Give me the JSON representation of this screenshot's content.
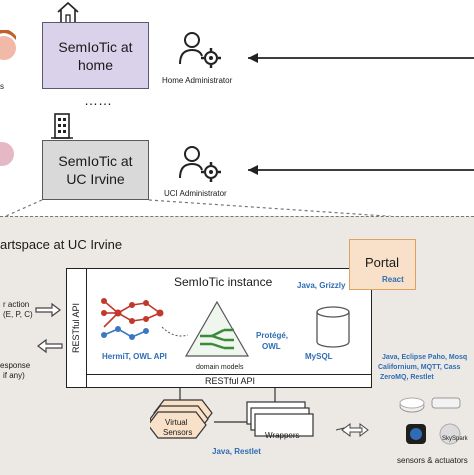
{
  "home": {
    "box_label_line1": "SemIoTic at",
    "box_label_line2": "home",
    "admin_label": "Home Administrator",
    "left_fragment": "s"
  },
  "ellipsis": "……",
  "uci": {
    "box_label_line1": "SemIoTic at",
    "box_label_line2": "UC Irvine",
    "admin_label": "UCI Administrator"
  },
  "region": {
    "title": "artspace at UC Irvine"
  },
  "left_panel": {
    "line1": "r action",
    "line2": "(E, P, C)",
    "line3": "esponse",
    "line4": "if any)"
  },
  "instance": {
    "title": "SemIoTic instance",
    "rest_vertical": "RESTful API",
    "rest_bottom": "RESTful API",
    "tech_top": "Java, Grizzly",
    "hermit": "HermiT, OWL API",
    "protege": "Protégé,",
    "owl": "OWL",
    "domain_models": "domain models",
    "mysql": "MySQL"
  },
  "portal": {
    "label": "Portal",
    "tech": "React"
  },
  "bottom": {
    "virtual_sensors_line1": "Virtual",
    "virtual_sensors_line2": "Sensors",
    "wrappers": "Wrappers",
    "tech": "Java, Restlet"
  },
  "devices": {
    "tech_line1": "Java, Eclipse Paho, Mosq",
    "tech_line2": "Californium, MQTT, Cass",
    "tech_line3": "ZeroMQ, Restlet",
    "skyspark": "SkySpark",
    "caption": "sensors & actuators"
  },
  "colors": {
    "blue_text": "#2e6db4",
    "home_box": "#d9d2ea",
    "uci_box": "#d9d9d9",
    "portal_fill": "#f8e1c8",
    "region_fill": "#ece9e4",
    "sensor_fill": "#f8e1c8",
    "network_red": "#c0392b",
    "network_blue": "#3a78c3",
    "triangle_green": "#3a8a3a"
  }
}
